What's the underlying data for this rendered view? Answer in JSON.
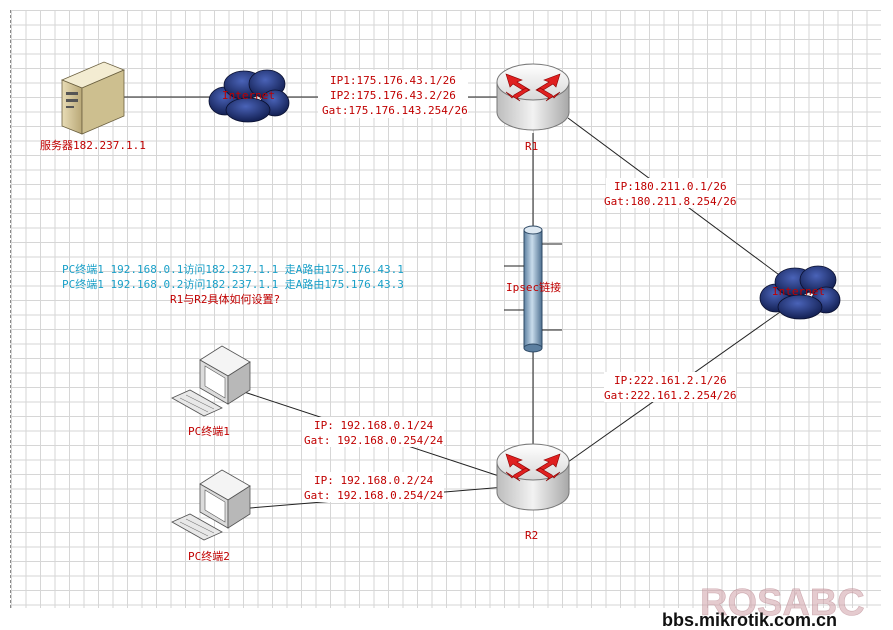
{
  "server": {
    "label": "服务器182.237.1.1"
  },
  "clouds": {
    "left_label": "Internet",
    "right_label": "Internet"
  },
  "r1": {
    "name": "R1",
    "wan_labels": [
      "IP1:175.176.43.1/26",
      "IP2:175.176.43.2/26",
      "Gat:175.176.143.254/26"
    ],
    "isp_labels": [
      "IP:180.211.0.1/26",
      "Gat:180.211.8.254/26"
    ]
  },
  "r2": {
    "name": "R2",
    "isp_labels": [
      "IP:222.161.2.1/26",
      "Gat:222.161.2.254/26"
    ]
  },
  "tunnel": {
    "label": "Ipsec链接"
  },
  "pc1": {
    "name": "PC终端1",
    "labels": [
      "IP: 192.168.0.1/24",
      "Gat: 192.168.0.254/24"
    ]
  },
  "pc2": {
    "name": "PC终端2",
    "labels": [
      "IP: 192.168.0.2/24",
      "Gat: 192.168.0.254/24"
    ]
  },
  "note": {
    "line1": "PC终端1 192.168.0.1访问182.237.1.1 走A路由175.176.43.1",
    "line2": "PC终端1 192.168.0.2访问182.237.1.1 走A路由175.176.43.3",
    "question": "R1与R2具体如何设置?"
  },
  "watermark": {
    "brand": "ROSABC",
    "url": "bbs.mikrotik.com.cn"
  },
  "colors": {
    "label_red": "#c00000",
    "note_cyan": "#1aa0c8",
    "cloud": "#1a2a66",
    "router_arrow": "#e02020",
    "tunnel": "#7a9ab8"
  }
}
